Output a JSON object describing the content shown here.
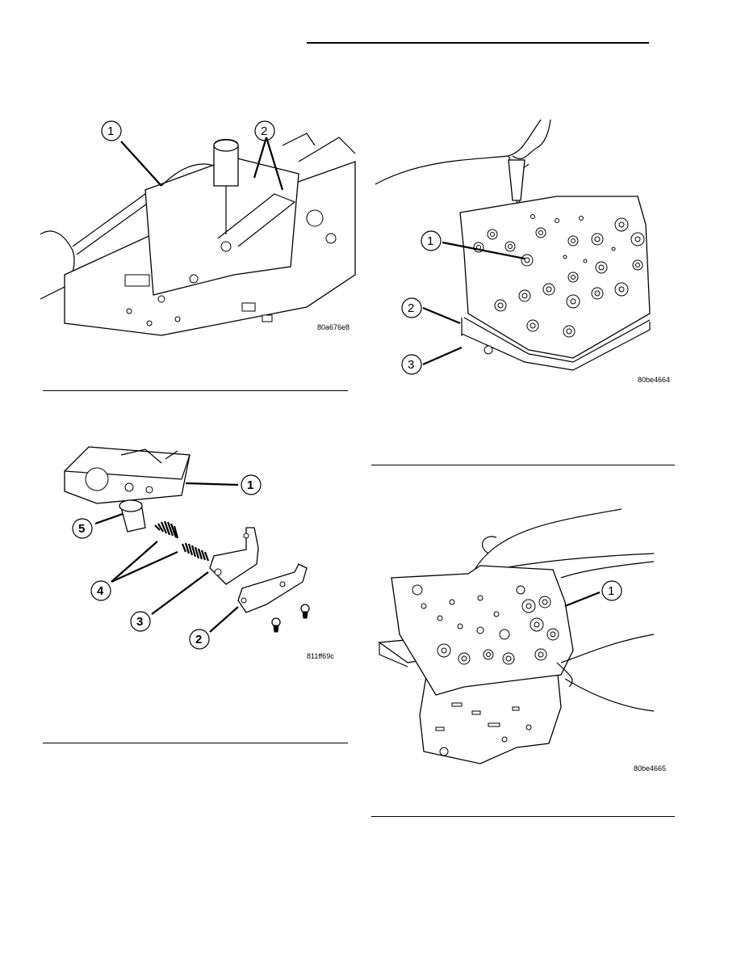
{
  "figures": [
    {
      "id": "fig-1",
      "code": "80a676e8",
      "callouts": [
        "1",
        "2"
      ]
    },
    {
      "id": "fig-2",
      "code": "811ff69c",
      "callouts": [
        "1",
        "5",
        "4",
        "3",
        "2"
      ]
    },
    {
      "id": "fig-3",
      "code": "80be4664",
      "callouts": [
        "1",
        "2",
        "3"
      ]
    },
    {
      "id": "fig-4",
      "code": "80be4665",
      "callouts": [
        "1"
      ]
    }
  ],
  "colors": {
    "ink": "#000000",
    "paper": "#ffffff"
  }
}
